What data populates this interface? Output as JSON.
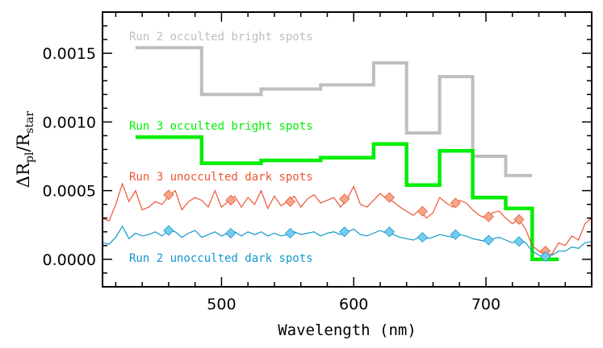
{
  "chart_data": {
    "type": "line",
    "title": "",
    "xlabel": "Wavelength (nm)",
    "ylabel": {
      "delta": "ΔR",
      "sub1": "pl",
      "slash": "/R",
      "sub2": "star"
    },
    "xlim": [
      410,
      780
    ],
    "ylim": [
      -0.0002,
      0.0018
    ],
    "xticks": [
      500,
      600,
      700
    ],
    "yticks": [
      0.0,
      0.0005,
      0.001,
      0.0015
    ],
    "ytick_labels": [
      "0.0000",
      "0.0005",
      "0.0010",
      "0.0015"
    ],
    "grid": false,
    "series": [
      {
        "name": "Run 2 occulted bright spots",
        "color": "#bebebe",
        "style": "step",
        "edges": [
          435,
          485,
          530,
          575,
          615,
          640,
          665,
          690,
          715,
          735
        ],
        "values": [
          0.00154,
          0.0012,
          0.00124,
          0.00127,
          0.00143,
          0.00092,
          0.00133,
          0.00075,
          0.00061
        ]
      },
      {
        "name": "Run 3 occulted bright spots",
        "color": "#00ee00",
        "style": "step",
        "edges": [
          435,
          485,
          530,
          575,
          615,
          640,
          665,
          690,
          715,
          735,
          755
        ],
        "values": [
          0.00089,
          0.0007,
          0.00072,
          0.00074,
          0.00084,
          0.00054,
          0.00079,
          0.00045,
          0.00037,
          0.0
        ]
      },
      {
        "name": "Run 3 unocculted dark spots",
        "color": "#ee5533",
        "marker_fill": "#f5a58a",
        "style": "line",
        "x": [
          410,
          415,
          420,
          425,
          430,
          435,
          440,
          445,
          450,
          455,
          460,
          465,
          470,
          475,
          480,
          485,
          490,
          495,
          500,
          505,
          510,
          515,
          520,
          525,
          530,
          535,
          540,
          545,
          550,
          555,
          560,
          565,
          570,
          575,
          580,
          585,
          590,
          595,
          600,
          605,
          610,
          615,
          620,
          625,
          630,
          635,
          640,
          645,
          650,
          655,
          660,
          665,
          670,
          675,
          680,
          685,
          690,
          695,
          700,
          705,
          710,
          715,
          720,
          725,
          730,
          735,
          740,
          745,
          750,
          755,
          760,
          765,
          770,
          775,
          780
        ],
        "y": [
          0.0003,
          0.00028,
          0.0004,
          0.00055,
          0.00042,
          0.0005,
          0.00036,
          0.00038,
          0.00042,
          0.0004,
          0.00046,
          0.0005,
          0.00036,
          0.00042,
          0.00045,
          0.00043,
          0.00038,
          0.0005,
          0.00038,
          0.00042,
          0.00046,
          0.00038,
          0.00045,
          0.0004,
          0.0005,
          0.00037,
          0.00046,
          0.00039,
          0.00042,
          0.00046,
          0.00038,
          0.00044,
          0.00047,
          0.00041,
          0.00043,
          0.00045,
          0.00038,
          0.00044,
          0.00053,
          0.0004,
          0.00038,
          0.00043,
          0.00048,
          0.00044,
          0.00042,
          0.00038,
          0.00035,
          0.00032,
          0.00036,
          0.0003,
          0.00034,
          0.00045,
          0.00041,
          0.00038,
          0.00043,
          0.00041,
          0.00036,
          0.00032,
          0.0003,
          0.00034,
          0.00035,
          0.0003,
          0.00026,
          0.00029,
          0.00022,
          0.0001,
          6e-05,
          3e-05,
          4e-05,
          0.00012,
          0.0001,
          0.00017,
          0.00014,
          0.00026,
          0.0003
        ],
        "markers": {
          "x": [
            460,
            507,
            552,
            593,
            627,
            652,
            677,
            702,
            725,
            745
          ],
          "y": [
            0.00047,
            0.00043,
            0.00042,
            0.00044,
            0.00045,
            0.00035,
            0.00041,
            0.00031,
            0.00029,
            6e-05
          ]
        }
      },
      {
        "name": "Run 2 unocculted dark spots",
        "color": "#1199cc",
        "marker_fill": "#77ccee",
        "style": "line",
        "x": [
          410,
          415,
          420,
          425,
          430,
          435,
          440,
          445,
          450,
          455,
          460,
          465,
          470,
          475,
          480,
          485,
          490,
          495,
          500,
          505,
          510,
          515,
          520,
          525,
          530,
          535,
          540,
          545,
          550,
          555,
          560,
          565,
          570,
          575,
          580,
          585,
          590,
          595,
          600,
          605,
          610,
          615,
          620,
          625,
          630,
          635,
          640,
          645,
          650,
          655,
          660,
          665,
          670,
          675,
          680,
          685,
          690,
          695,
          700,
          705,
          710,
          715,
          720,
          725,
          730,
          735,
          740,
          745,
          750,
          755,
          760,
          765,
          770,
          775,
          780
        ],
        "y": [
          0.00012,
          0.00011,
          0.00016,
          0.00024,
          0.00015,
          0.00019,
          0.00017,
          0.00018,
          0.0002,
          0.00017,
          0.00021,
          0.0002,
          0.00016,
          0.00019,
          0.00021,
          0.00016,
          0.00018,
          0.0002,
          0.00017,
          0.00019,
          0.0002,
          0.00017,
          0.0002,
          0.00018,
          0.0002,
          0.00017,
          0.00019,
          0.00017,
          0.00018,
          0.0002,
          0.00018,
          0.00019,
          0.0002,
          0.00017,
          0.00019,
          0.0002,
          0.00018,
          0.0002,
          0.00022,
          0.00018,
          0.00017,
          0.00019,
          0.00021,
          0.00019,
          0.00018,
          0.00016,
          0.00015,
          0.00014,
          0.00016,
          0.00015,
          0.00016,
          0.00018,
          0.00017,
          0.00016,
          0.00018,
          0.00017,
          0.00015,
          0.00014,
          0.00013,
          0.00015,
          0.00016,
          0.00014,
          0.00012,
          0.00014,
          0.00012,
          6e-05,
          3e-05,
          2e-05,
          3e-05,
          6e-05,
          6e-05,
          9e-05,
          8e-05,
          0.00012,
          0.00013
        ],
        "markers": {
          "x": [
            460,
            507,
            552,
            593,
            627,
            652,
            677,
            702,
            725,
            745
          ],
          "y": [
            0.00021,
            0.00019,
            0.00019,
            0.0002,
            0.0002,
            0.00016,
            0.00018,
            0.00014,
            0.00013,
            2e-05
          ]
        }
      }
    ]
  }
}
